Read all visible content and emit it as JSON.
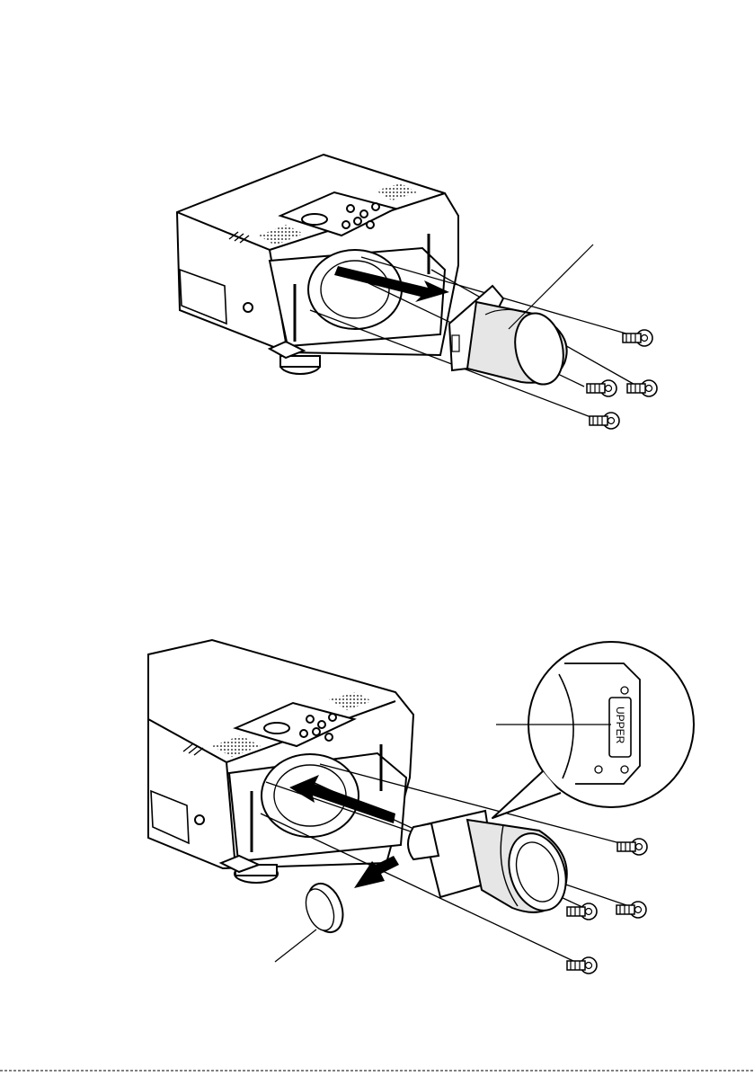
{
  "figures": [
    {
      "name": "remove-standard-lens",
      "callouts": 1,
      "screws": 4
    },
    {
      "name": "install-optional-lens",
      "callouts": 2,
      "screws": 4,
      "zoom_label": "UPPER"
    }
  ],
  "colors": {
    "ink": "#000000",
    "fill_light": "#e6e6e6",
    "paper": "#ffffff"
  },
  "icons": [
    "screw-icon",
    "arrow-icon",
    "lens-cap-icon"
  ]
}
